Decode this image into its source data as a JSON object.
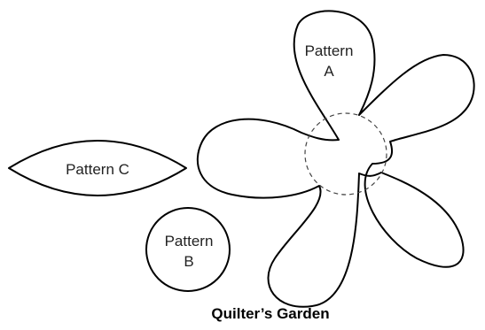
{
  "title": "Quilter’s Garden",
  "patterns": {
    "a": {
      "label_line1": "Pattern",
      "label_line2": "A"
    },
    "b": {
      "label_line1": "Pattern",
      "label_line2": "B"
    },
    "c": {
      "label": "Pattern C"
    }
  },
  "colors": {
    "stroke": "#000000",
    "dashed_circle": "#444444",
    "background": "#ffffff"
  }
}
